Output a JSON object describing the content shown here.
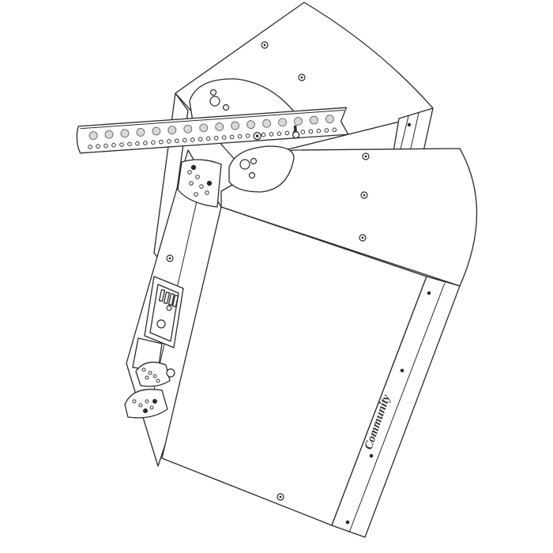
{
  "drawing": {
    "subject": "Loudspeaker enclosure with rigging bracket",
    "brand_label": "Community",
    "colors": {
      "line": "#2a2a2a",
      "background": "#ffffff",
      "fill": "#ffffff"
    },
    "components": [
      {
        "name": "upper-cabinet",
        "label": "Upper cabinet"
      },
      {
        "name": "lower-cabinet",
        "label": "Lower cabinet"
      },
      {
        "name": "rigging-bar",
        "label": "Rigging bar",
        "large_holes": 17,
        "small_holes": 34
      },
      {
        "name": "input-panel",
        "label": "Input connector panel"
      },
      {
        "name": "rear-rigging-plates",
        "label": "Rear rigging plates"
      }
    ]
  }
}
